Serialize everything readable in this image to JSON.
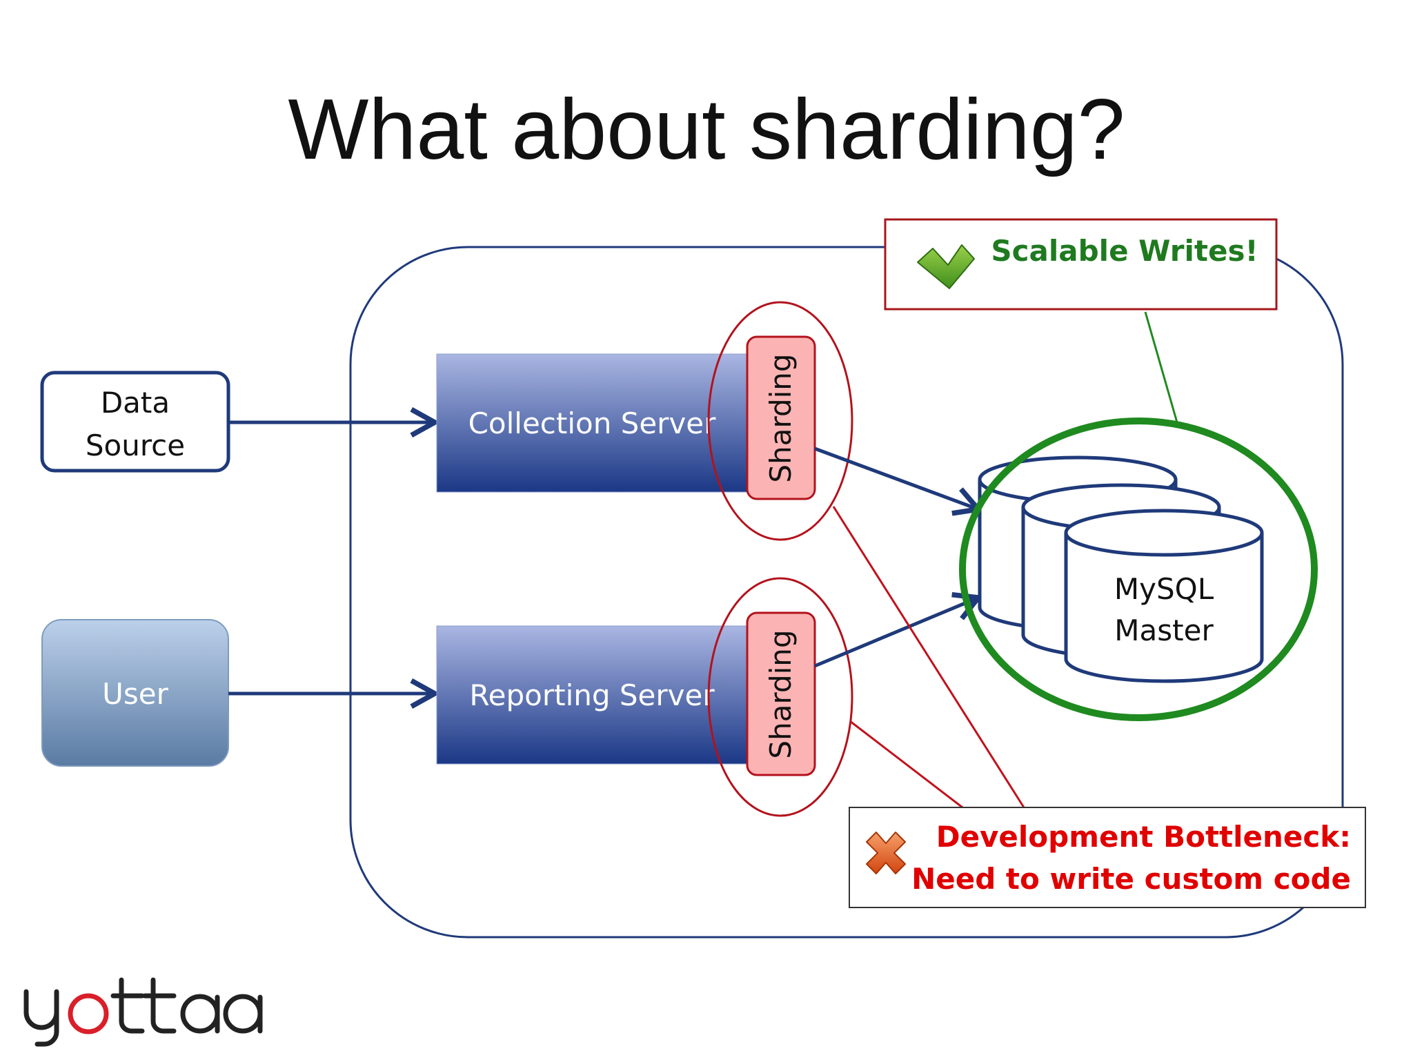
{
  "slide": {
    "title": "What about sharding?"
  },
  "diagram": {
    "data_source": {
      "line1": "Data",
      "line2": "Source"
    },
    "user": {
      "label": "User"
    },
    "collection_server": {
      "label": "Collection Server",
      "shard_label": "Sharding"
    },
    "reporting_server": {
      "label": "Reporting Server",
      "shard_label": "Sharding"
    },
    "mysql": {
      "line1": "MySQL",
      "line2": "Master"
    }
  },
  "callouts": {
    "scalable": {
      "text": "Scalable Writes!",
      "icon": "checkmark-icon",
      "color": "#1f7a1f"
    },
    "bottleneck": {
      "line1": "Development Bottleneck:",
      "line2": "Need to write custom code",
      "icon": "x-icon",
      "color": "#e00000"
    }
  },
  "brand": {
    "logo_text": "yottaa"
  },
  "colors": {
    "navy": "#1f3a7a",
    "server_top": "#a9b5e0",
    "server_bottom": "#1d3a86",
    "user_top": "#b8cde8",
    "user_bottom": "#5e7fa6",
    "shard_fill": "#fbb3b3",
    "red": "#b3121c",
    "green": "#1f8a1f"
  }
}
